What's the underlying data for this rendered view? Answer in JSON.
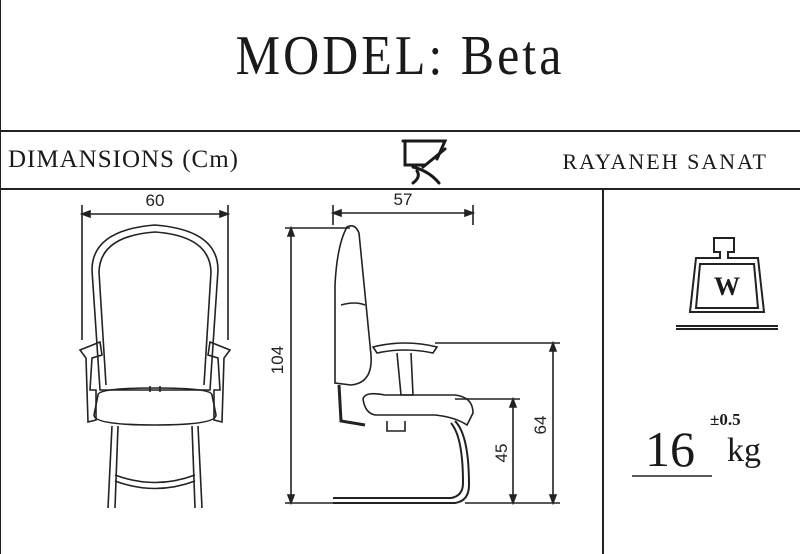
{
  "header": {
    "title": "MODEL: Beta",
    "dimensions_label": "DIMANSIONS (Cm)",
    "brand": "RAYANEH SANAT",
    "logo_icon": "chair-logo-icon"
  },
  "dimensions": {
    "front_width": "60",
    "side_depth": "57",
    "total_height": "104",
    "seat_height": "45",
    "arm_height": "64"
  },
  "weight": {
    "icon": "weight-icon",
    "icon_letter": "W",
    "value": "16",
    "tolerance": "±0.5",
    "unit": "kg"
  }
}
